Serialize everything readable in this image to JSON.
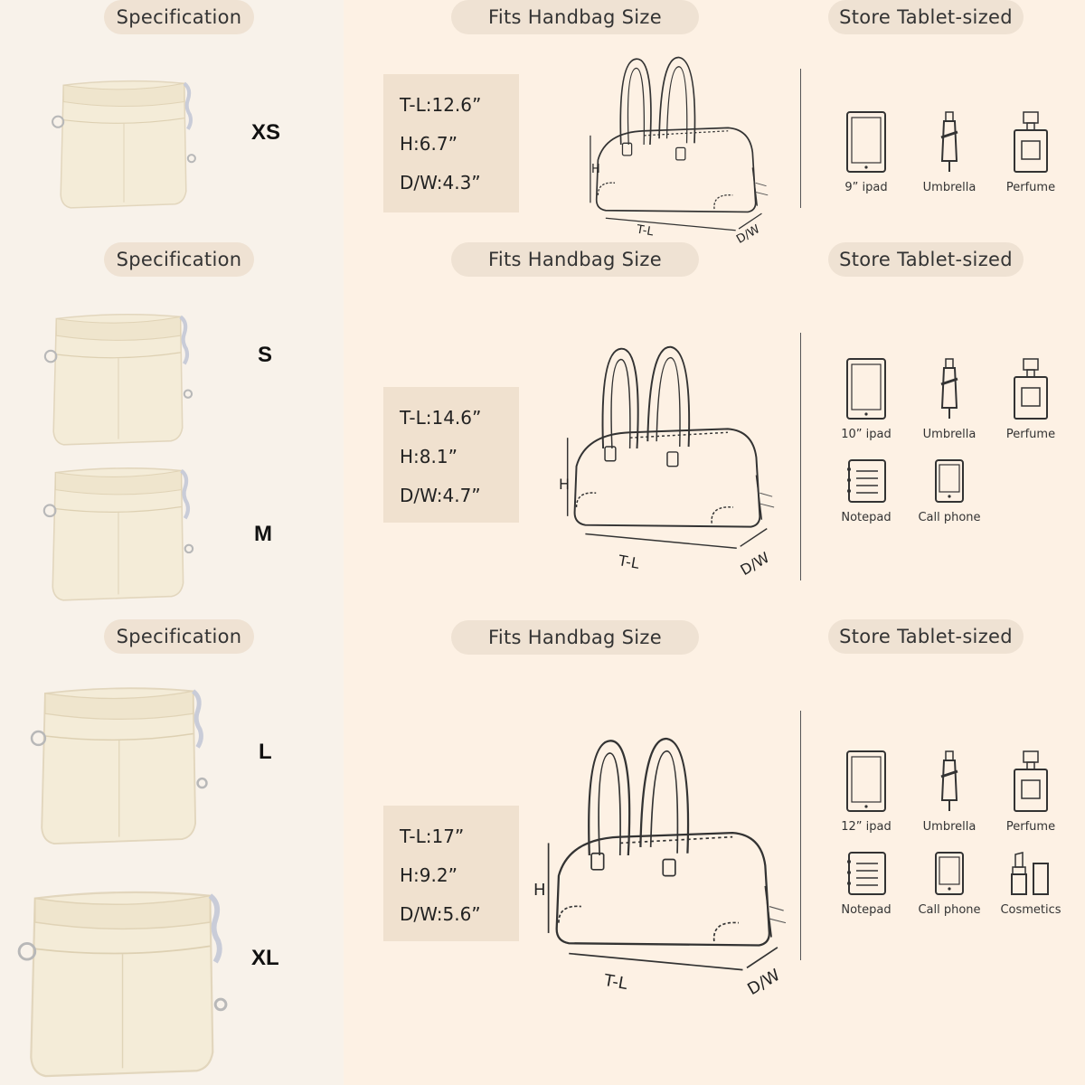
{
  "sections": [
    {
      "spec_title": "Specification",
      "fits_title": "Fits Handbag Size",
      "store_title": "Store Tablet-sized",
      "sizes": [
        "XS"
      ],
      "tl": "T-L:12.6”",
      "h": "H:6.7”",
      "dw": "D/W:4.3”",
      "bag_labels": {
        "h": "H",
        "tl": "T-L",
        "dw": "D/W"
      },
      "items": [
        "9” ipad",
        "Umbrella",
        "Perfume"
      ]
    },
    {
      "spec_title": "Specification",
      "fits_title": "Fits Handbag Size",
      "store_title": "Store Tablet-sized",
      "sizes": [
        "S",
        "M"
      ],
      "tl": "T-L:14.6”",
      "h": "H:8.1”",
      "dw": "D/W:4.7”",
      "bag_labels": {
        "h": "H",
        "tl": "T-L",
        "dw": "D/W"
      },
      "items": [
        "10” ipad",
        "Umbrella",
        "Perfume",
        "Notepad",
        "Call phone"
      ]
    },
    {
      "spec_title": "Specification",
      "fits_title": "Fits Handbag Size",
      "store_title": "Store Tablet-sized",
      "sizes": [
        "L",
        "XL"
      ],
      "tl": "T-L:17”",
      "h": "H:9.2”",
      "dw": "D/W:5.6”",
      "bag_labels": {
        "h": "H",
        "tl": "T-L",
        "dw": "D/W"
      },
      "items": [
        "12” ipad",
        "Umbrella",
        "Perfume",
        "Notepad",
        "Call phone",
        "Cosmetics"
      ]
    }
  ],
  "icons": [
    "tablet-icon",
    "umbrella-icon",
    "perfume-icon",
    "notepad-icon",
    "phone-icon",
    "lipstick-icon"
  ],
  "colors": {
    "background": "#fdf1e4",
    "pill": "#efe2d3",
    "spec_box": "#f0e1cf",
    "insert": "#f4ecd8"
  }
}
